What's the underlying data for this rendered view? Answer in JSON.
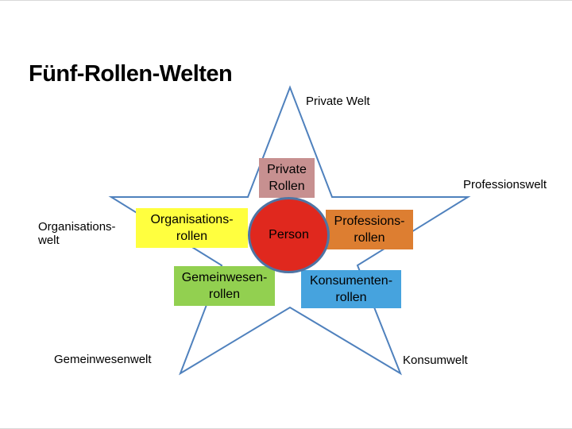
{
  "title": "Fünf-Rollen-Welten",
  "diagram": {
    "star": {
      "color": "#4f81bd"
    },
    "center": {
      "label": "Person",
      "fill": "#e0281e",
      "border_color": "#4e74a4"
    },
    "roles": [
      {
        "name": "private-rollen",
        "lines": [
          "Private",
          "Rollen"
        ],
        "fill": "#c79090"
      },
      {
        "name": "organisations-rollen",
        "lines": [
          "Organisations-",
          "rollen"
        ],
        "fill": "#ffff3f"
      },
      {
        "name": "professions-rollen",
        "lines": [
          "Professions-",
          "rollen"
        ],
        "fill": "#dd7e31"
      },
      {
        "name": "gemeinwesen-rollen",
        "lines": [
          "Gemeinwesen-",
          "rollen"
        ],
        "fill": "#92d050"
      },
      {
        "name": "konsumenten-rollen",
        "lines": [
          "Konsumenten-",
          "rollen"
        ],
        "fill": "#46a3de"
      }
    ],
    "worlds": [
      {
        "name": "private-welt",
        "lines": [
          "Private Welt"
        ]
      },
      {
        "name": "professionswelt",
        "lines": [
          "Professionswelt"
        ]
      },
      {
        "name": "organisationswelt",
        "lines": [
          "Organisations-",
          "welt"
        ]
      },
      {
        "name": "gemeinwesenwelt",
        "lines": [
          "Gemeinwesenwelt"
        ]
      },
      {
        "name": "konsumwelt",
        "lines": [
          "Konsumwelt"
        ]
      }
    ]
  }
}
